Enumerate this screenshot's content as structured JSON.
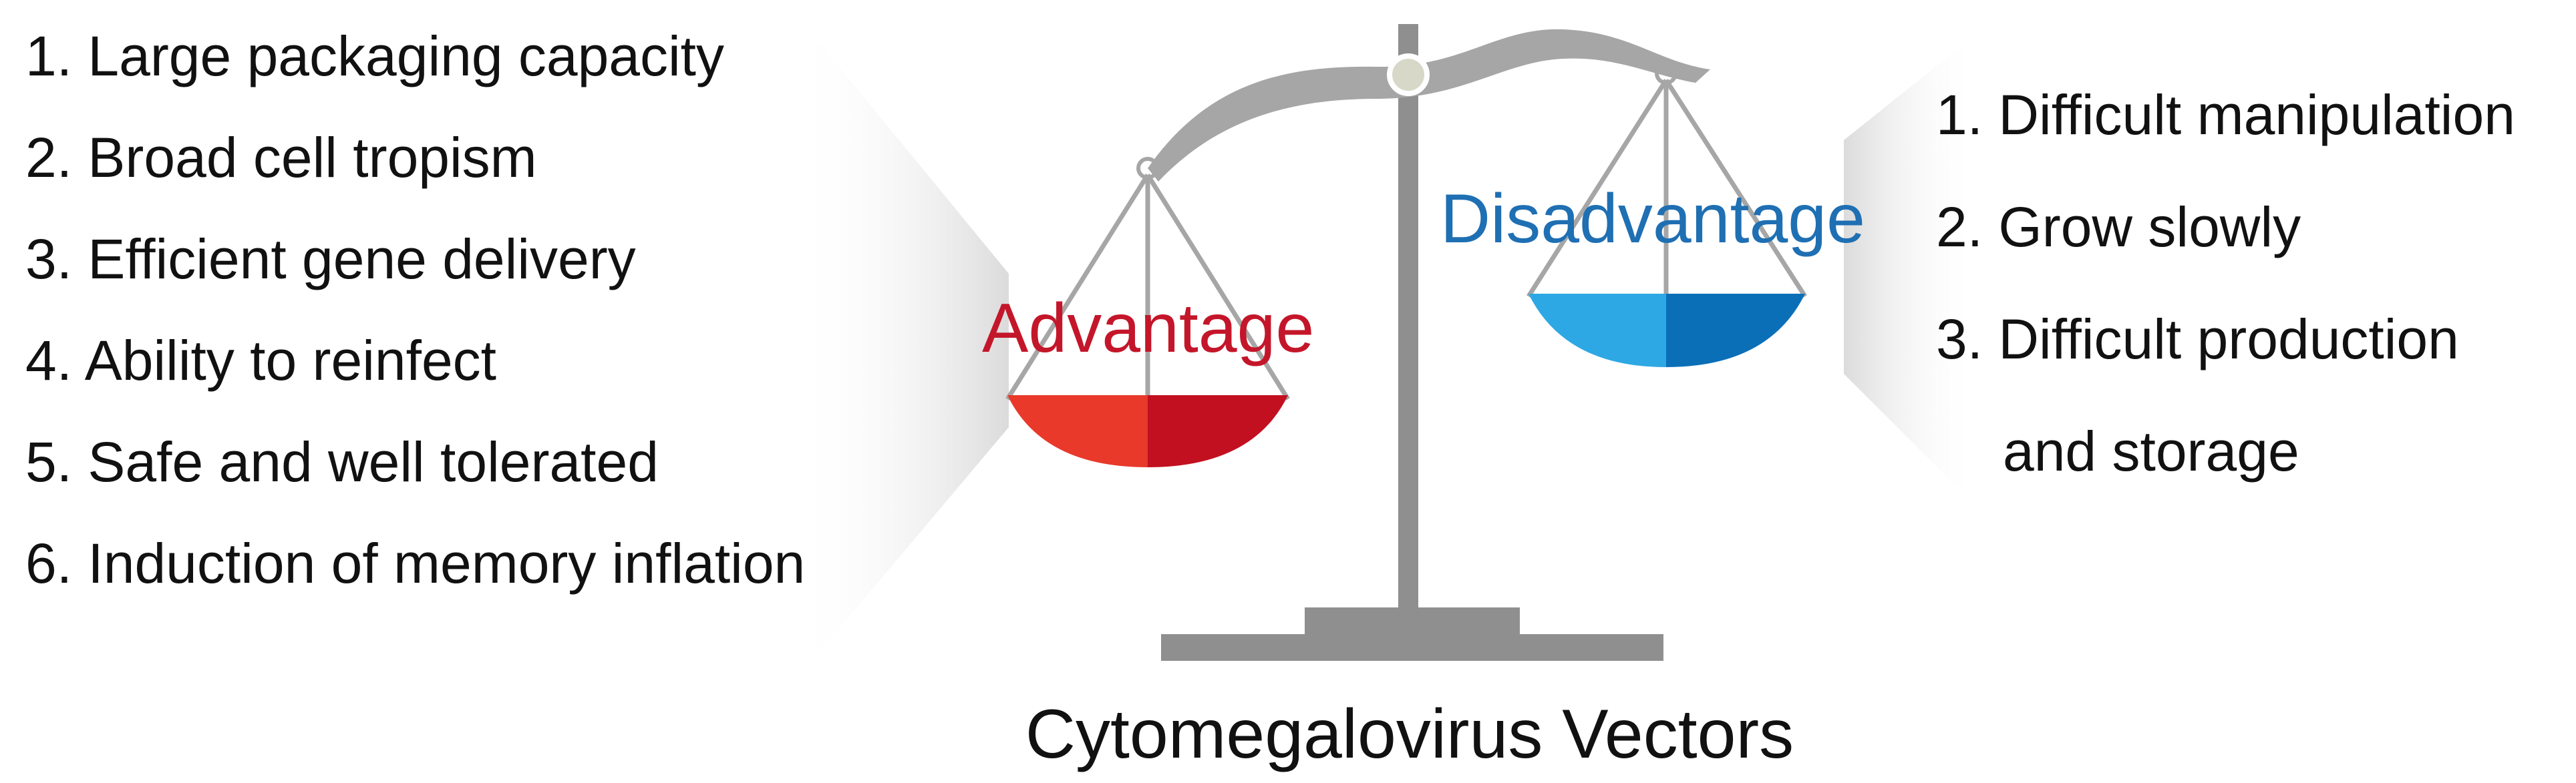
{
  "advantage": {
    "label": "Advantage",
    "color": "#c4162a",
    "items": [
      "1. Large packaging capacity",
      "2. Broad cell tropism",
      "3. Efficient gene delivery",
      "4. Ability to reinfect",
      "5. Safe and well tolerated",
      "6. Induction of  memory inflation"
    ]
  },
  "disadvantage": {
    "label": "Disadvantage",
    "color": "#1f6fb3",
    "items": [
      "1. Difficult manipulation",
      "2. Grow slowly",
      "3. Difficult production",
      "and storage"
    ]
  },
  "caption": "Cytomegalovirus Vectors",
  "colors": {
    "scale_gray": "#8f8f8f",
    "arm_gray": "#a6a6a6",
    "pan_red_light": "#e8392b",
    "pan_red_dark": "#c21020",
    "pan_blue_light": "#2ea8e4",
    "pan_blue_dark": "#0b6fb8"
  }
}
